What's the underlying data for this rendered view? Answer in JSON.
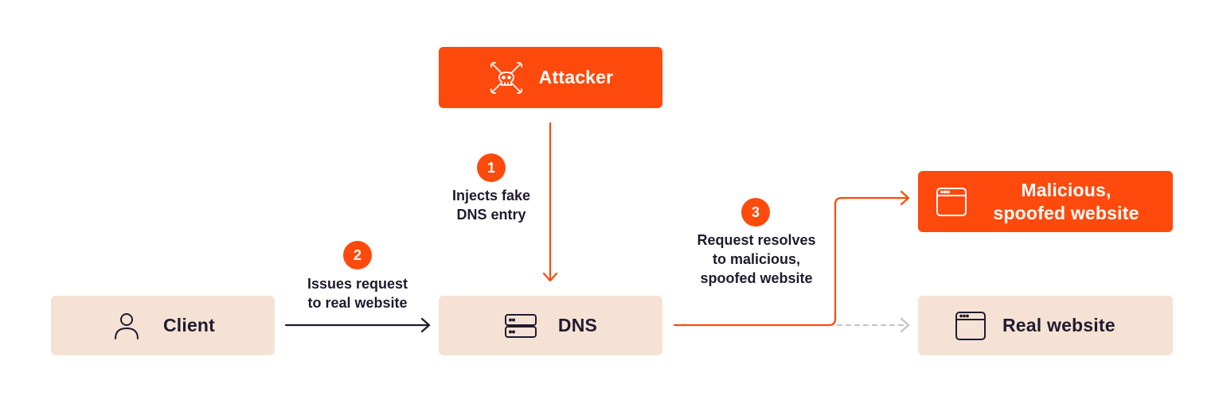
{
  "nodes": {
    "attacker": {
      "label": "Attacker",
      "icon": "skull-crossed-wrenches-icon"
    },
    "client": {
      "label": "Client",
      "icon": "user-icon"
    },
    "dns": {
      "label": "DNS",
      "icon": "server-icon"
    },
    "malicious": {
      "label_line1": "Malicious,",
      "label_line2": "spoofed website",
      "icon": "browser-window-icon"
    },
    "real": {
      "label": "Real website",
      "icon": "browser-window-icon"
    }
  },
  "steps": [
    {
      "number": "1",
      "line1": "Injects fake",
      "line2": "DNS entry"
    },
    {
      "number": "2",
      "line1": "Issues request",
      "line2": "to real website"
    },
    {
      "number": "3",
      "line1": "Request resolves",
      "line2": "to malicious,",
      "line3": "spoofed website"
    }
  ],
  "colors": {
    "accent": "#ff4a0d",
    "box_light": "#f6e2d5",
    "text_dark": "#1f1b2e",
    "dashed": "#c4c4c4"
  }
}
